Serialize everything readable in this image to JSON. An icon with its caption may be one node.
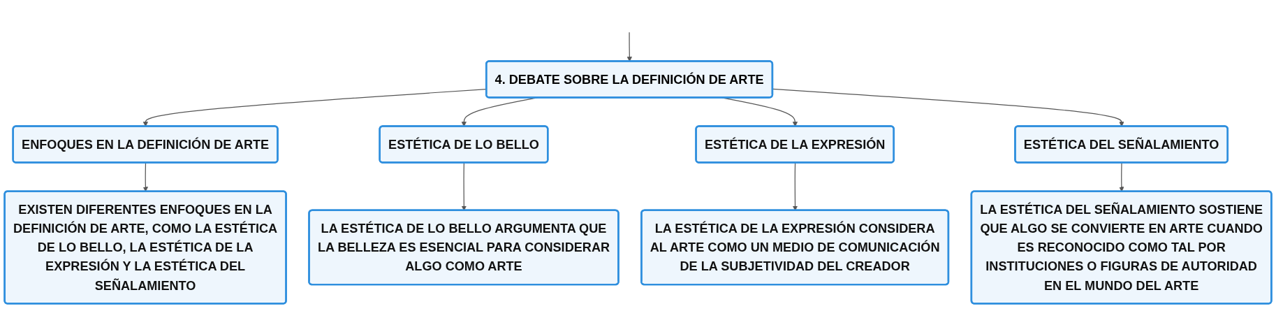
{
  "diagram": {
    "nodes": [
      {
        "text": [
          "4. DEBATE SOBRE LA DEFINICIÓN DE ARTE"
        ]
      },
      {
        "text": [
          "ENFOQUES EN LA DEFINICIÓN DE ARTE"
        ]
      },
      {
        "text": [
          "ESTÉTICA DE LO BELLO"
        ]
      },
      {
        "text": [
          "ESTÉTICA DE LA EXPRESIÓN"
        ]
      },
      {
        "text": [
          "ESTÉTICA DEL SEÑALAMIENTO"
        ]
      },
      {
        "text": [
          "EXISTEN DIFERENTES ENFOQUES EN LA DEFINICIÓN DE ARTE, COMO LA ESTÉTICA DE LO BELLO, LA ESTÉTICA DE LA EXPRESIÓN Y LA ESTÉTICA DEL SEÑALAMIENTO"
        ]
      },
      {
        "text": [
          "LA ESTÉTICA DE LO BELLO ARGUMENTA QUE LA BELLEZA ES ESENCIAL PARA CONSIDERAR ALGO COMO ARTE"
        ]
      },
      {
        "text": [
          "LA ESTÉTICA DE LA EXPRESIÓN CONSIDERA AL ARTE COMO UN MEDIO DE COMUNICACIÓN DE LA SUBJETIVIDAD DEL CREADOR"
        ]
      },
      {
        "text": [
          "LA ESTÉTICA DEL SEÑALAMIENTO SOSTIENE QUE ALGO SE CONVIERTE EN ARTE CUANDO ES RECONOCIDO COMO TAL POR INSTITUCIONES O FIGURAS DE AUTORIDAD EN EL MUNDO DEL ARTE"
        ]
      }
    ],
    "edges": [
      {
        "from": null,
        "to": 0,
        "arrow": "to"
      },
      {
        "from": 0,
        "to": 1,
        "arrow": "to"
      },
      {
        "from": 0,
        "to": 2,
        "arrow": "to"
      },
      {
        "from": 0,
        "to": 3,
        "arrow": "to"
      },
      {
        "from": 0,
        "to": 4,
        "arrow": "to"
      },
      {
        "from": 1,
        "to": 5,
        "arrow": "to"
      },
      {
        "from": 2,
        "to": 6,
        "arrow": "to"
      },
      {
        "from": 3,
        "to": 7,
        "arrow": "to"
      },
      {
        "from": 4,
        "to": 8,
        "arrow": "to"
      }
    ]
  }
}
